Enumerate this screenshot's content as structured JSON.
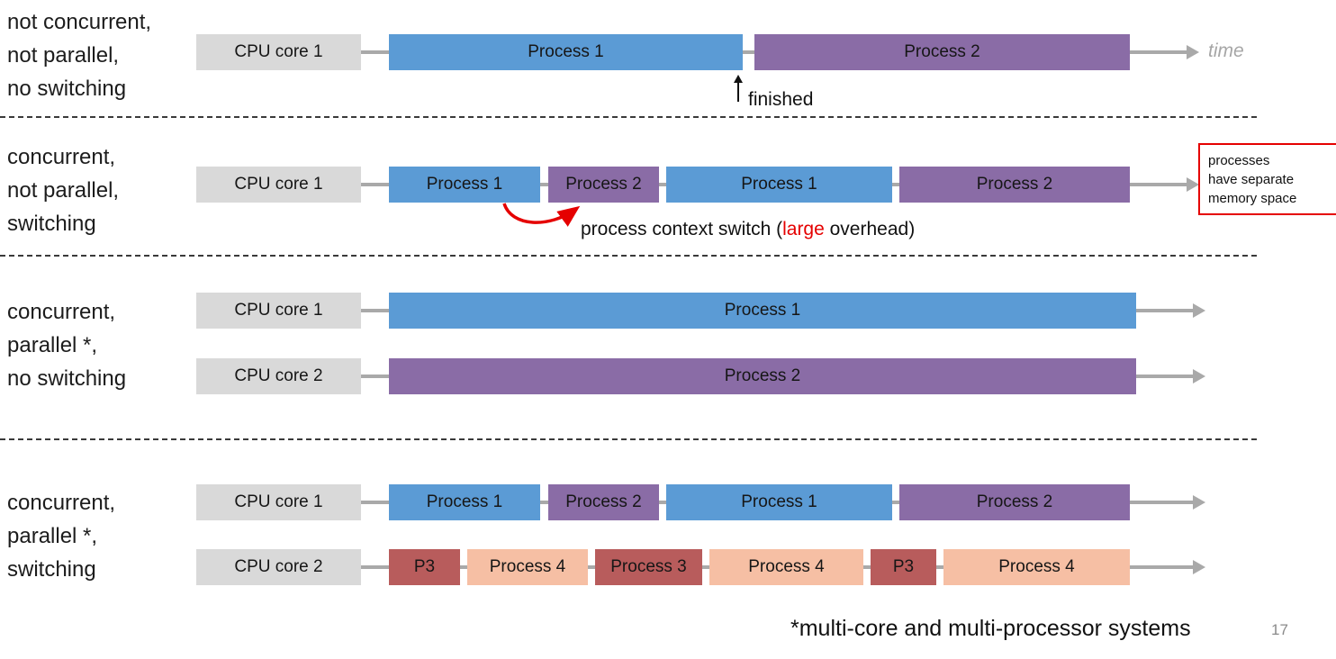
{
  "colors": {
    "cpu_box": "#d9d9d9",
    "process1_blue": "#5b9bd5",
    "process2_purple": "#8a6ca6",
    "process3_red": "#b85c5c",
    "process4_salmon": "#f6bfa4",
    "timeline_gray": "#a9a9a9",
    "highlight_red": "#e50000"
  },
  "sections": [
    {
      "label_lines": [
        "not concurrent,",
        "not parallel,",
        "no switching"
      ],
      "timelines": [
        {
          "cpu_label": "CPU core 1",
          "segments": [
            {
              "label": "Process 1",
              "color": "blue"
            },
            {
              "label": "Process 2",
              "color": "purple"
            }
          ]
        }
      ],
      "time_label": "time",
      "finished_label": "finished"
    },
    {
      "label_lines": [
        "concurrent,",
        "not parallel,",
        "switching"
      ],
      "timelines": [
        {
          "cpu_label": "CPU core 1",
          "segments": [
            {
              "label": "Process 1",
              "color": "blue"
            },
            {
              "label": "Process 2",
              "color": "purple"
            },
            {
              "label": "Process 1",
              "color": "blue"
            },
            {
              "label": "Process 2",
              "color": "purple"
            }
          ]
        }
      ],
      "context_switch": {
        "prefix": "process context switch (",
        "highlight": "large",
        "suffix": " overhead)"
      },
      "memory_note_lines": [
        "processes",
        "have separate",
        "memory space"
      ]
    },
    {
      "label_lines": [
        "concurrent,",
        "parallel *,",
        "no switching"
      ],
      "timelines": [
        {
          "cpu_label": "CPU core 1",
          "segments": [
            {
              "label": "Process 1",
              "color": "blue"
            }
          ]
        },
        {
          "cpu_label": "CPU core 2",
          "segments": [
            {
              "label": "Process 2",
              "color": "purple"
            }
          ]
        }
      ]
    },
    {
      "label_lines": [
        "concurrent,",
        "parallel *,",
        "switching"
      ],
      "timelines": [
        {
          "cpu_label": "CPU core 1",
          "segments": [
            {
              "label": "Process 1",
              "color": "blue"
            },
            {
              "label": "Process 2",
              "color": "purple"
            },
            {
              "label": "Process 1",
              "color": "blue"
            },
            {
              "label": "Process 2",
              "color": "purple"
            }
          ]
        },
        {
          "cpu_label": "CPU core 2",
          "segments": [
            {
              "label": "P3",
              "color": "red"
            },
            {
              "label": "Process 4",
              "color": "salmon"
            },
            {
              "label": "Process 3",
              "color": "red"
            },
            {
              "label": "Process 4",
              "color": "salmon"
            },
            {
              "label": "P3",
              "color": "red"
            },
            {
              "label": "Process 4",
              "color": "salmon"
            }
          ]
        }
      ]
    }
  ],
  "footnote": "*multi-core and multi-processor systems",
  "page_number": "17"
}
